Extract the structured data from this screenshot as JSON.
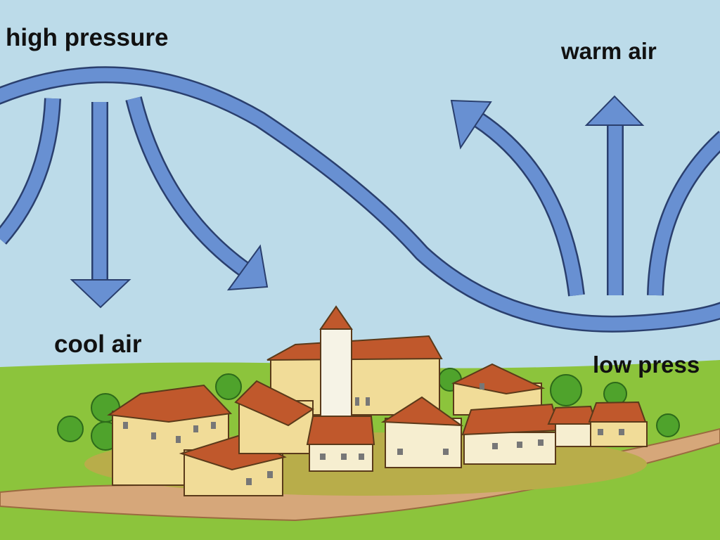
{
  "labels": {
    "high_pressure": "high pressure",
    "cool_air": "cool air",
    "warm_air": "warm air",
    "low_pressure": "low press"
  },
  "colors": {
    "sky": "#bcdbe9",
    "arrow": "#6890d2",
    "arrow_outline": "#2a3f6e",
    "grass": "#8cc43c",
    "road": "#d6a77a",
    "wall": "#f1dc98",
    "roof": "#c0582c"
  }
}
